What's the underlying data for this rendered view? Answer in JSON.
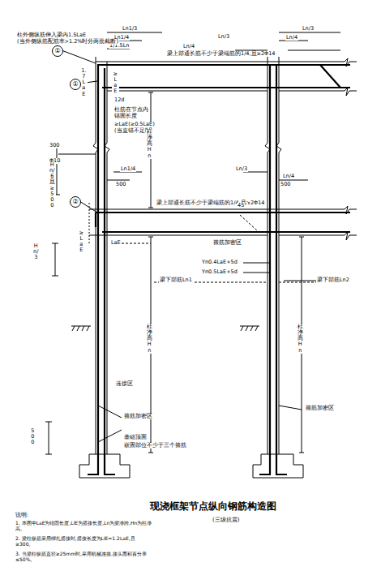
{
  "diagram": {
    "title": "现浇框架节点纵向钢筋构造图",
    "caption": "(三级抗震)",
    "nodes": [
      {
        "text": [
          "①"
        ]
      },
      {
        "text": [
          "①"
        ]
      },
      {
        "text": [
          "②"
        ]
      }
    ],
    "labels": [
      "Ln1/3",
      "Ln1/4",
      "1/1.5Ln",
      "梁上部通长筋不少于梁端筋的1/4,且≥2Φ14",
      "Ln/3",
      "Ln/4",
      "Ln/3",
      "Ln/4",
      "柱外侧纵筋伸入梁内1.5LaE",
      "(当外侧纵筋配筋率>1.2%时分两批截断)",
      "1.7LaE",
      "≥LaE",
      "12d",
      "柱筋在节点内",
      "锚固长度",
      "≥LaE(≥0.5LaE)",
      "(当直锚不足时)",
      "300",
      "Φ10",
      "Hn/6且≥500",
      "柱净高Hn",
      "Ln1/4",
      "500",
      "梁上部通长筋不少于梁端筋的1/4,且≥2Φ14",
      "Ln/3",
      "Ln/4",
      "500",
      "45°",
      "≥LaE",
      "LaE",
      "箍筋加密区",
      "Yn0.4LaE+5d",
      "Yn0.5LaE+5d",
      "梁下部筋Ln1",
      "梁下部筋Ln2",
      "柱净高Hn",
      "柱净高Hn",
      "连接区",
      "箍筋加密区",
      "基础顶面",
      "嵌固部位不少于三个箍筋",
      "箍筋加密区",
      "Hn/3",
      "500",
      "说明:",
      "1. 本图中LaE为锚固长度,LlE为搭接长度,Ln为梁净跨,Hn为柱净高。",
      "2. 梁柱纵筋采用绑扎搭接时,搭接长度为LlE=1.2LaE,且≥300。",
      "3. 当梁柱纵筋直径≥25mm时,采用机械连接,接头面积百分率≤50%。"
    ]
  }
}
